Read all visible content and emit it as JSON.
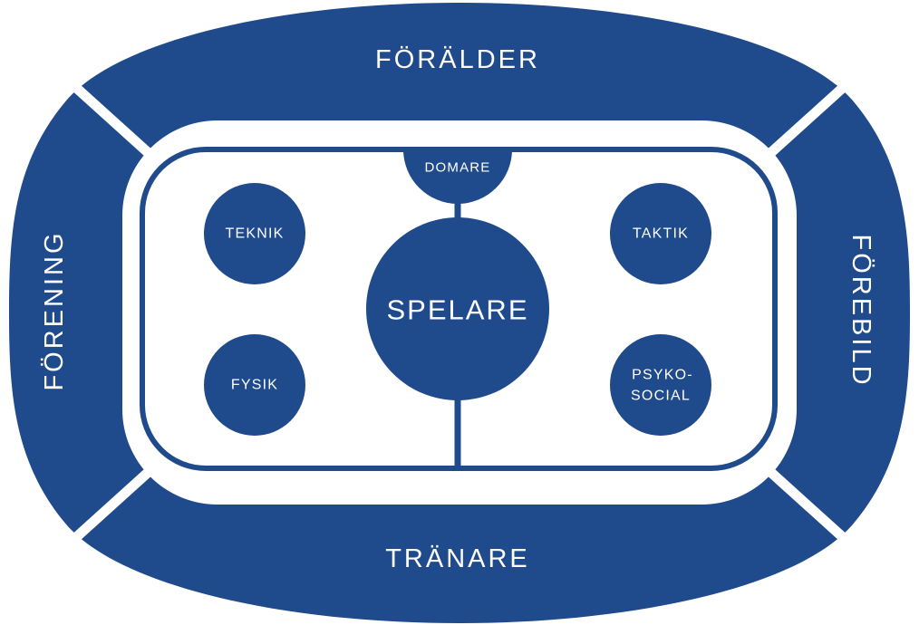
{
  "colors": {
    "primary": "#1f4a8c",
    "background": "#ffffff"
  },
  "outer_ring": {
    "top": "FÖRÄLDER",
    "bottom": "TRÄNARE",
    "left": "FÖRENING",
    "right": "FÖREBILD"
  },
  "rink": {
    "top_circle": "DOMARE",
    "center": "SPELARE",
    "circles": {
      "top_left": "TEKNIK",
      "bottom_left": "FYSIK",
      "top_right": "TAKTIK",
      "bottom_right_line1": "PSYKO-",
      "bottom_right_line2": "SOCIAL"
    }
  }
}
